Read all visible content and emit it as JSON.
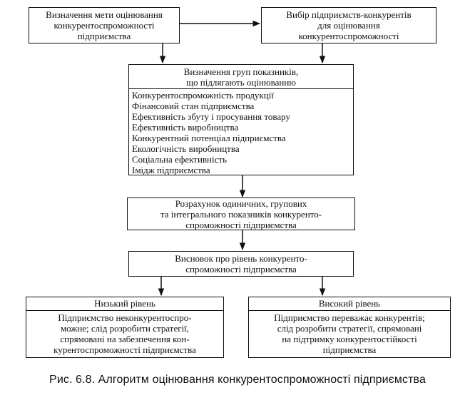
{
  "diagram": {
    "goal_box": [
      "Визначення мети оцінювання",
      "конкурентоспроможності",
      "підприємства"
    ],
    "competitors_box": [
      "Вибір підприємств-конкурентів",
      "для оцінювання",
      "конкурентоспроможності"
    ],
    "groups_box": {
      "title": [
        "Визначення груп показників,",
        "що підлягають оцінюванню"
      ],
      "items": [
        "Конкурентоспроможність продукції",
        "Фінансовий стан підприємства",
        "Ефективність збуту і просування товару",
        "Ефективність виробництва",
        "Конкурентний потенціал підприємства",
        "Екологічність виробництва",
        "Соціальна ефективність",
        "Імідж підприємства"
      ]
    },
    "calc_box": [
      "Розрахунок одиничних, групових",
      "та інтегрального показників конкуренто-",
      "спроможності підприємства"
    ],
    "conclusion_box": [
      "Висновок про рівень конкуренто-",
      "спроможності підприємства"
    ],
    "low_level": {
      "title": "Низький рівень",
      "text": [
        "Підприємство неконкурентоспро-",
        "можне; слід розробити стратегії,",
        "спрямовані на забезпечення кон-",
        "курентоспроможності підприємства"
      ]
    },
    "high_level": {
      "title": "Високий рівень",
      "text": [
        "Підприємство переважає конкурентів;",
        "слід розробити стратегії, спрямовані",
        "на підтримку конкурентостійкості",
        "підприємства"
      ]
    }
  },
  "caption": "Рис. 6.8. Алгоритм оцінювання конкурентоспроможності підприємства"
}
